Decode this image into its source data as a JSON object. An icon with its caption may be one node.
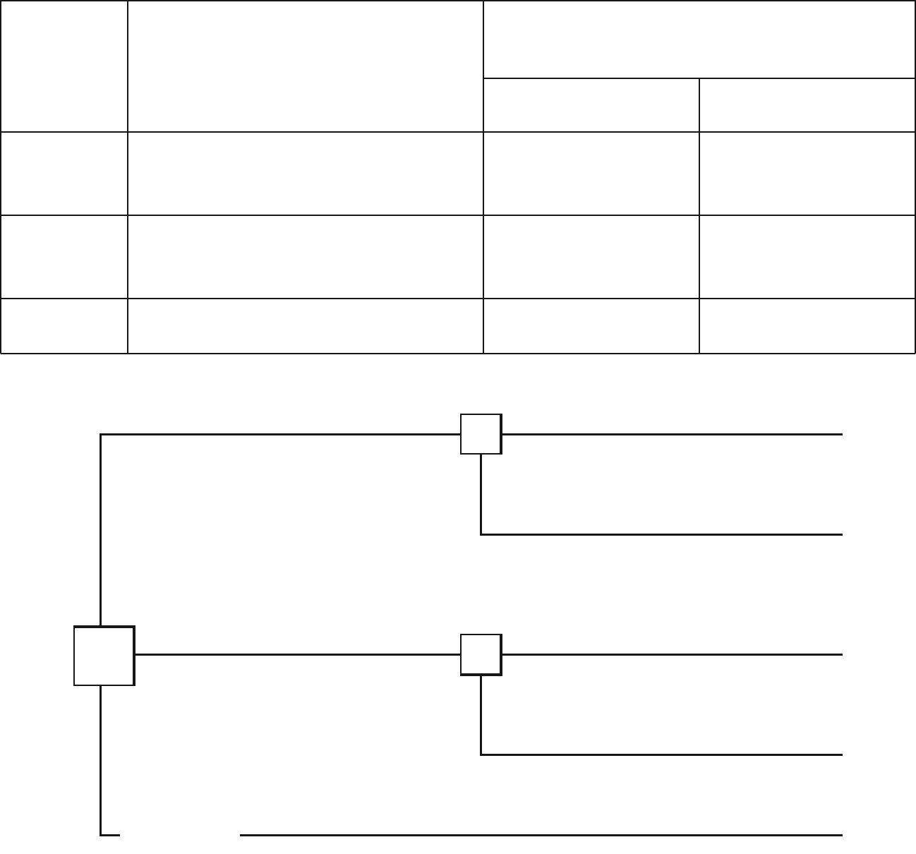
{
  "diagram": {
    "nodes": [
      {
        "text": [],
        "shape": "box"
      },
      {
        "text": [],
        "shape": "box"
      },
      {
        "text": [],
        "shape": "box"
      }
    ],
    "edges": [
      {
        "from": 0,
        "to": 1,
        "arrow": "none"
      },
      {
        "from": 0,
        "to": 2,
        "arrow": "none"
      },
      {
        "from": 0,
        "to": null,
        "arrow": "none"
      },
      {
        "from": 1,
        "to": null,
        "arrow": "none"
      },
      {
        "from": 1,
        "to": null,
        "arrow": "none"
      },
      {
        "from": 2,
        "to": null,
        "arrow": "none"
      },
      {
        "from": 2,
        "to": null,
        "arrow": "none"
      }
    ]
  }
}
